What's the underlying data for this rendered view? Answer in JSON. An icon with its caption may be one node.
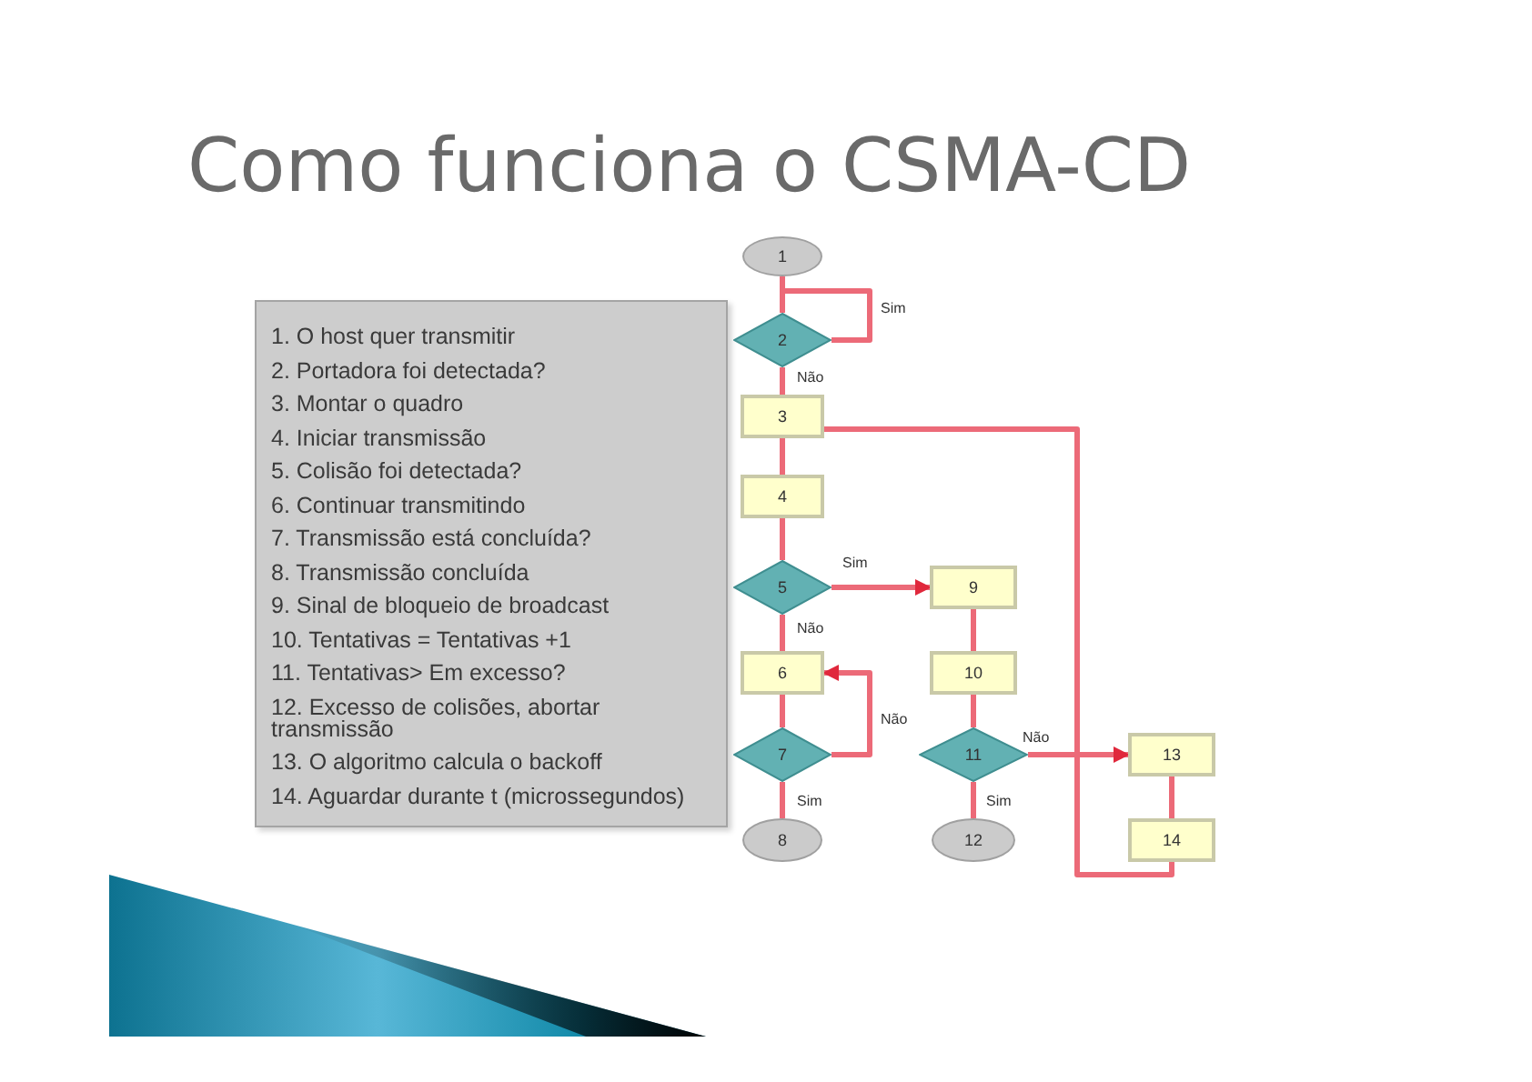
{
  "diagram": {
    "title": "Como funciona o CSMA-CD",
    "nodes": [
      {
        "text": [
          "1. O host quer transmitir",
          "2. Portadora foi detectada?",
          "3. Montar o quadro",
          "4. Iniciar transmissão",
          "5. Colisão foi detectada?",
          "6. Continuar transmitindo",
          "7. Transmissão está concluída?",
          "8. Transmissão concluída",
          "9. Sinal de bloqueio de broadcast",
          "10. Tentativas = Tentativas +1",
          "11. Tentativas> Em excesso?",
          "12. Excesso de colisões, abortar transmissão",
          "13. O algoritmo calcula o backoff",
          "14. Aguardar durante t (microssegundos)"
        ]
      },
      {
        "text": [
          "1"
        ]
      },
      {
        "text": [
          "2"
        ]
      },
      {
        "text": [
          "3"
        ]
      },
      {
        "text": [
          "4"
        ]
      },
      {
        "text": [
          "5"
        ]
      },
      {
        "text": [
          "6"
        ]
      },
      {
        "text": [
          "7"
        ]
      },
      {
        "text": [
          "8"
        ]
      },
      {
        "text": [
          "9"
        ]
      },
      {
        "text": [
          "10"
        ]
      },
      {
        "text": [
          "11"
        ]
      },
      {
        "text": [
          "12"
        ]
      },
      {
        "text": [
          "13"
        ]
      },
      {
        "text": [
          "14"
        ]
      }
    ],
    "edges": [
      {
        "from": 1,
        "to": 2,
        "arrow": "none"
      },
      {
        "from": 2,
        "to": 2,
        "arrow": "none",
        "label": "Sim"
      },
      {
        "from": 2,
        "to": 3,
        "arrow": "none",
        "label": "Não"
      },
      {
        "from": 3,
        "to": 4,
        "arrow": "none"
      },
      {
        "from": 4,
        "to": 5,
        "arrow": "none"
      },
      {
        "from": 5,
        "to": 9,
        "arrow": "to",
        "label": "Sim"
      },
      {
        "from": 5,
        "to": 6,
        "arrow": "none",
        "label": "Não"
      },
      {
        "from": 6,
        "to": 7,
        "arrow": "none"
      },
      {
        "from": 7,
        "to": 6,
        "arrow": "to",
        "label": "Não"
      },
      {
        "from": 7,
        "to": 8,
        "arrow": "none",
        "label": "Sim"
      },
      {
        "from": 9,
        "to": 10,
        "arrow": "none"
      },
      {
        "from": 10,
        "to": 11,
        "arrow": "none"
      },
      {
        "from": 11,
        "to": 13,
        "arrow": "to",
        "label": "Não"
      },
      {
        "from": 11,
        "to": 12,
        "arrow": "none",
        "label": "Sim"
      },
      {
        "from": 13,
        "to": 14,
        "arrow": "none"
      },
      {
        "from": 14,
        "to": 3,
        "arrow": "none"
      }
    ]
  }
}
